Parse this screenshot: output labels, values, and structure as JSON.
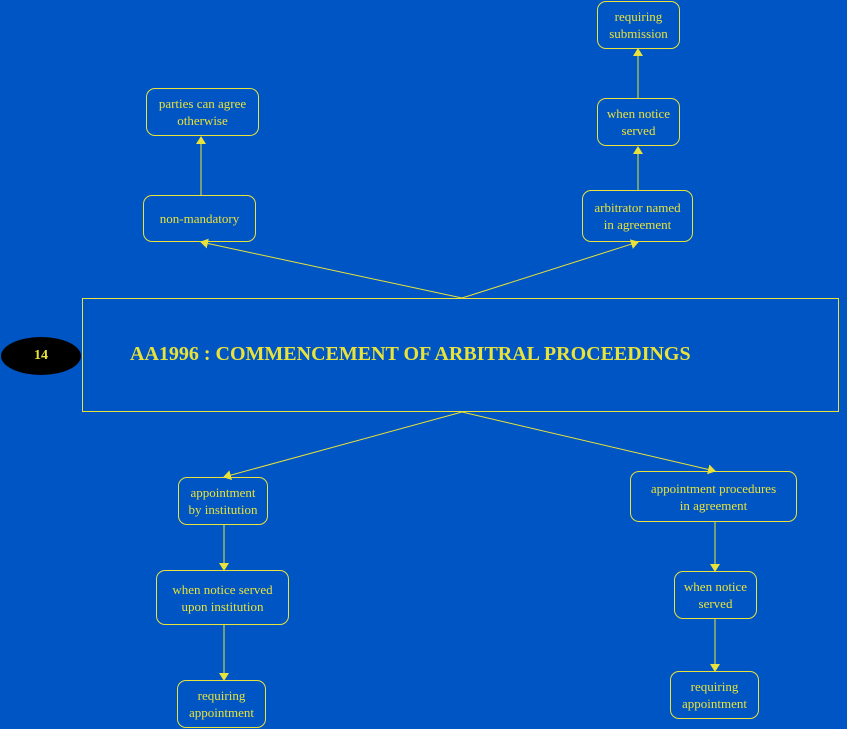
{
  "slide_number": "14",
  "title": "AA1996 : COMMENCEMENT OF ARBITRAL PROCEEDINGS",
  "nodes": {
    "non_mandatory": "non-mandatory",
    "parties_agree": "parties can agree\notherwise",
    "arbitrator_named": "arbitrator named\nin agreement",
    "notice_served_top": "when notice\nserved",
    "requiring_submission": "requiring\nsubmission",
    "appointment_institution": "appointment\nby institution",
    "notice_upon_institution": "when notice served\nupon institution",
    "requiring_appointment_left": "requiring\nappointment",
    "procedures_agreement": "appointment procedures\nin agreement",
    "notice_served_bottom": "when notice\nserved",
    "requiring_appointment_right": "requiring\nappointment"
  },
  "colors": {
    "background": "#0055c4",
    "foreground": "#e8e23a",
    "badge": "#000000"
  }
}
